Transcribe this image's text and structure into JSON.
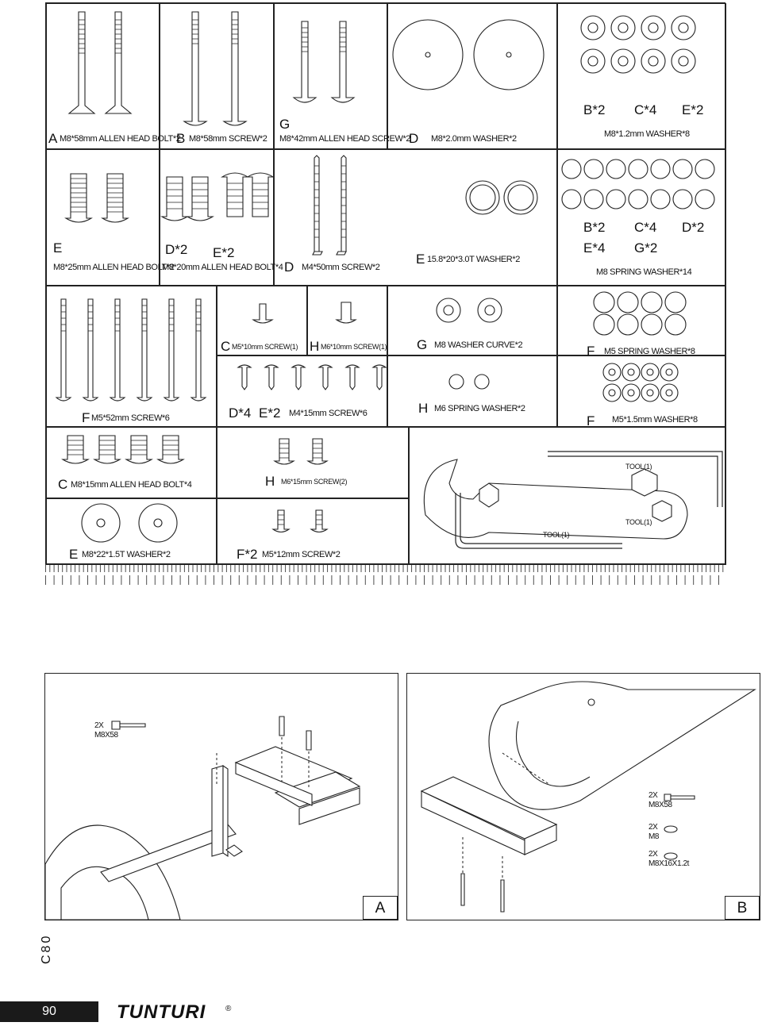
{
  "parts": {
    "a": {
      "letter": "A",
      "text": "M8*58mm ALLEN HEAD BOLT*2"
    },
    "b": {
      "letter": "B",
      "text": "M8*58mm SCREW*2"
    },
    "g": {
      "letter": "G",
      "text": "M8*42mm ALLEN HEAD SCREW*2"
    },
    "d": {
      "letter": "D",
      "text": "M8*2.0mm WASHER*2"
    },
    "r1": {
      "header": [
        "B*2",
        "C*4",
        "E*2"
      ],
      "text": "M8*1.2mm WASHER*8"
    },
    "e": {
      "letter": "E",
      "text": "M8*25mm ALLEN HEAD BOLT*2"
    },
    "de": {
      "letter1": "D*2",
      "letter2": "E*2",
      "text": "M8*20mm ALLEN HEAD BOLT*4"
    },
    "d2": {
      "letter": "D",
      "text": "M4*50mm SCREW*2"
    },
    "e2": {
      "letter": "E",
      "text": "15.8*20*3.0T WASHER*2"
    },
    "r2": {
      "header1": [
        "B*2",
        "C*4",
        "D*2"
      ],
      "header2": [
        "E*4",
        "G*2"
      ],
      "text": "M8 SPRING WASHER*14"
    },
    "c": {
      "letter": "C",
      "text": "M5*10mm SCREW(1)"
    },
    "h": {
      "letter": "H",
      "text": "M6*10mm SCREW(1)"
    },
    "g2": {
      "letter": "G",
      "text": "M8 WASHER CURVE*2"
    },
    "f": {
      "letter": "F",
      "text": "M5 SPRING WASHER*8"
    },
    "f2": {
      "letter": "F",
      "text": "M5*52mm SCREW*6"
    },
    "de2": {
      "letter1": "D*4",
      "letter2": "E*2",
      "text": "M4*15mm SCREW*6"
    },
    "h2": {
      "letter": "H",
      "text": "M6 SPRING WASHER*2"
    },
    "f3": {
      "letter": "F",
      "text": "M5*1.5mm WASHER*8"
    },
    "c2": {
      "letter": "C",
      "text": "M8*15mm ALLEN HEAD BOLT*4"
    },
    "h3": {
      "letter": "H",
      "text": "M6*15mm SCREW(2)"
    },
    "tool1": "TOOL(1)",
    "tool2": "TOOL(1)",
    "tool3": "TOOL(1)",
    "e3": {
      "letter": "E",
      "text": "M8*22*1.5T WASHER*2"
    },
    "f4": {
      "letter": "F*2",
      "text": "M5*12mm SCREW*2"
    }
  },
  "panel_a": {
    "letter": "A",
    "callout_qty": "2X",
    "callout_size": "M8X58"
  },
  "panel_b": {
    "letter": "B",
    "c1_qty": "2X",
    "c1_size": "M8X58",
    "c2_qty": "2X",
    "c2_size": "M8",
    "c3_qty": "2X",
    "c3_size": "M8X16X1.2t"
  },
  "footer": {
    "page": "90",
    "model": "C80",
    "brand": "TUNTURI",
    "reg": "®"
  }
}
